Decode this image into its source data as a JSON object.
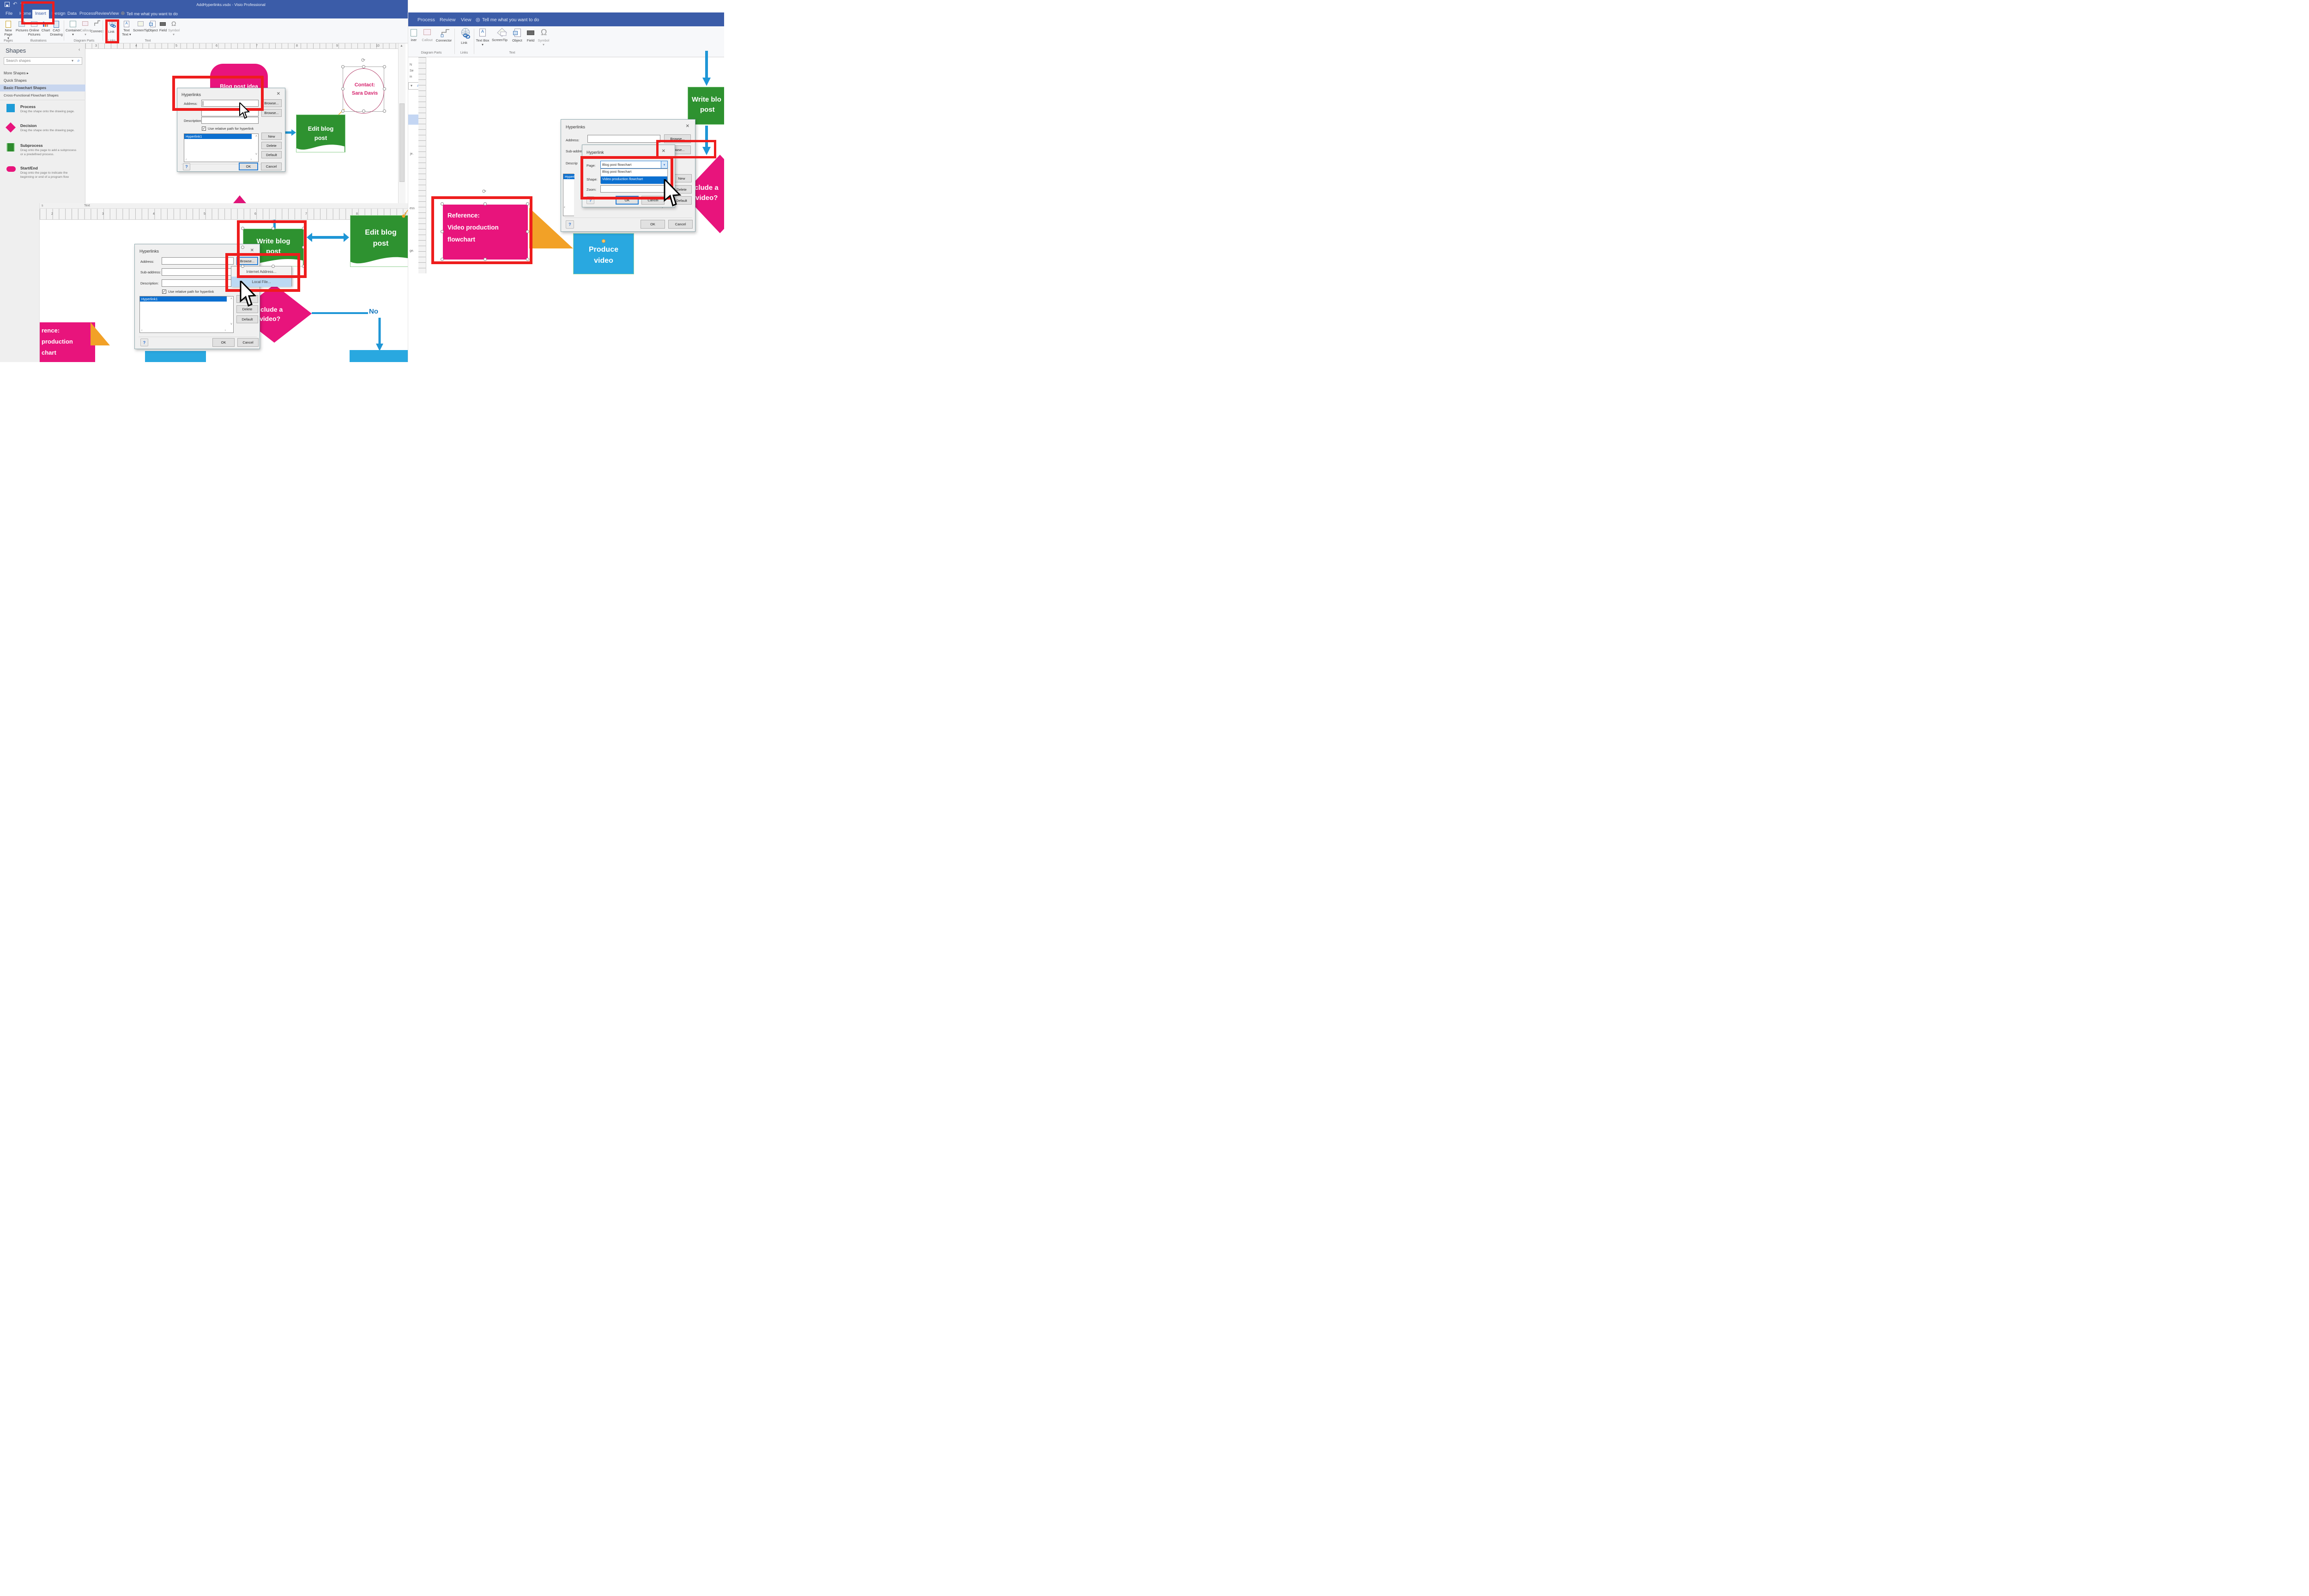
{
  "icons": {
    "check": "✓",
    "chevron_down": "▾",
    "chevron_right": "▸",
    "collapse_left": "‹",
    "search": "⌕",
    "close": "✕",
    "help": "?",
    "undo": "↶",
    "redo": "↷",
    "rotate": "⟳",
    "up": "˄",
    "down": "˅",
    "left": "‹",
    "right": "›",
    "scroll_up": "▲",
    "omega": "Ω",
    "bulb": "◎"
  },
  "window": {
    "title": "AddHyperlinks.vsdx - Visio Professional"
  },
  "tabs": {
    "file": "File",
    "home": "Home",
    "insert": "Insert",
    "design": "Design",
    "data": "Data",
    "process": "Process",
    "review": "Review",
    "view": "View",
    "tell_me": "Tell me what you want to do"
  },
  "ribbon": {
    "new_page": "New Page",
    "pictures": "Pictures",
    "online_pictures": "Online Pictures",
    "chart": "Chart",
    "cad": "CAD Drawing",
    "container": "Container",
    "callout": "Callout",
    "connect": "Connect",
    "connector": "Connector",
    "link": "Link",
    "text": "Text",
    "text_box": "Text Box",
    "screentip": "ScreenTip",
    "object": "Object",
    "field": "Field",
    "symbol": "Symbol",
    "container_frag": "iner",
    "groups": {
      "pages": "Pages",
      "illustrations": "Illustrations",
      "diagram_parts": "Diagram Parts",
      "links": "Links",
      "text": "Text"
    }
  },
  "shapes_panel": {
    "title": "Shapes",
    "search_placeholder": "Search shapes",
    "more_shapes": "More Shapes",
    "quick_shapes": "Quick Shapes",
    "basic": "Basic Flowchart Shapes",
    "cross": "Cross-Functional Flowchart Shapes",
    "process": {
      "name": "Process",
      "desc": "Drag the shape onto the drawing page."
    },
    "decision": {
      "name": "Decision",
      "desc": "Drag the shape onto the drawing page."
    },
    "subprocess": {
      "name": "Subprocess",
      "desc1": "Drag onto the page to add a subprocess",
      "desc2": "or a predefined process."
    },
    "startend": {
      "name": "Start/End",
      "desc1": "Drag onto the page to indicate the",
      "desc2": "beginning or end of a program flow"
    }
  },
  "rulers": {
    "a": [
      "3",
      "4",
      "5",
      "6",
      "7",
      "8",
      "9",
      "10"
    ],
    "b": [
      "2",
      "3",
      "4",
      "5",
      "6",
      "7",
      "8",
      "9"
    ],
    "b_strip_label": "Text",
    "b_strip_frag": "s"
  },
  "dialog": {
    "title": "Hyperlinks",
    "address": "Address:",
    "sub_address": "Sub-address:",
    "description": "Description:",
    "browse": "Browse...",
    "relative": "Use relative path for hyperlink",
    "item": "Hyperlink1",
    "item_frag": "Hyperlink",
    "new": "New",
    "delete": "Delete",
    "default": "Default",
    "ok": "OK",
    "cancel": "Cancel"
  },
  "browse_menu": {
    "internet": "Internet Address...",
    "local": "Local File..."
  },
  "hyperlink_dialog": {
    "title": "Hyperlink",
    "page": "Page:",
    "shape": "Shape:",
    "zoom": "Zoom:",
    "page_value": "Blog post flowchart",
    "option1": "Blog post flowchart",
    "option2": "Video production flowchart",
    "ok": "OK",
    "cancel": "Cancel"
  },
  "canvas_a": {
    "blog_post_idea": "Blog post idea",
    "contact1": "Contact:",
    "contact2": "Sara Davis",
    "edit1": "Edit blog",
    "edit2": "post"
  },
  "canvas_b": {
    "write1": "Write blog",
    "write2": "post",
    "edit1": "Edit blog",
    "edit2": "post",
    "diamond1": "clude a",
    "diamond2": "video?",
    "no": "No",
    "ref1": "rence:",
    "ref2": "production",
    "ref3": "chart"
  },
  "canvas_c": {
    "write1": "Write blo",
    "write2": "post",
    "diamond1": "clude a",
    "diamond2": "video?",
    "ref1": "Reference:",
    "ref2": "Video production",
    "ref3": "flowchart",
    "produce1": "Produce",
    "produce2": "video",
    "frags": {
      "n": "N",
      "se": "Se",
      "in": "in",
      "je": "je.",
      "ess": "ess",
      "ge": "ge."
    }
  },
  "colors": {
    "accent_blue": "#3b5ca8",
    "annotation_red": "#ee1d1d",
    "shape_green": "#2e9230",
    "shape_pink": "#e8147c",
    "shape_blue": "#29a8e0",
    "selection_blue": "#0b6fd0",
    "orange": "#f2a127"
  }
}
